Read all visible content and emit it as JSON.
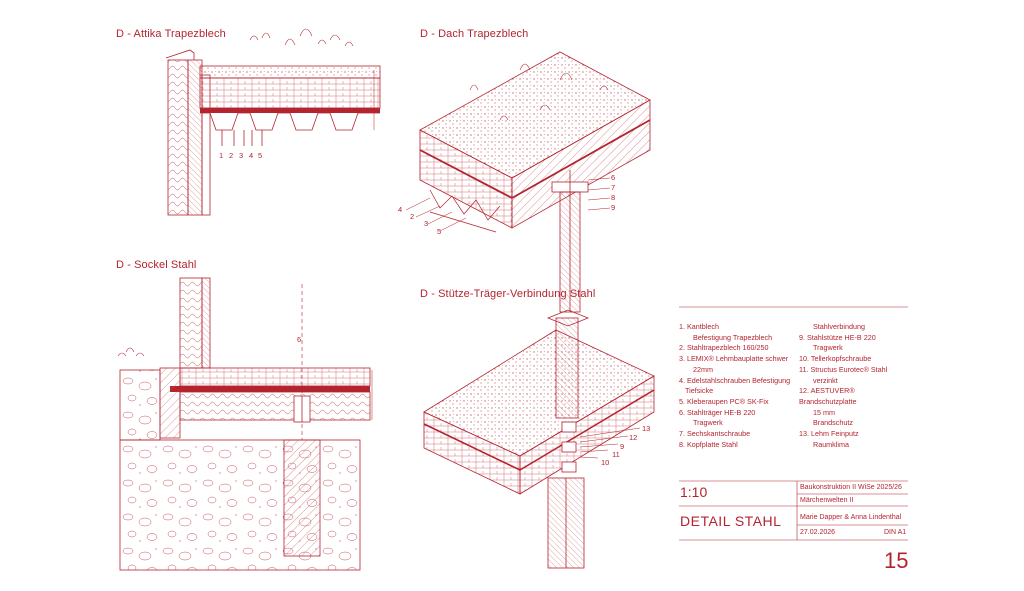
{
  "titles": {
    "attika": "D - Attika Trapezblech",
    "dach": "D - Dach Trapezblech",
    "sockel": "D - Sockel Stahl",
    "stuetze": "D - Stütze-Träger-Verbindung Stahl"
  },
  "callouts": {
    "attika": [
      "1",
      "2",
      "3",
      "4",
      "5"
    ],
    "dach_right": [
      "6",
      "7",
      "8",
      "9"
    ],
    "dach_left": [
      "4",
      "2",
      "3",
      "5"
    ],
    "sockel": [
      "6"
    ],
    "stuetze": [
      "13",
      "12",
      "9",
      "11",
      "10"
    ]
  },
  "legend": {
    "col1": [
      {
        "main": "1. Kantblech",
        "sub": "Befestigung Trapezblech"
      },
      {
        "main": "2. Stahltrapezblech 160/250",
        "sub": ""
      },
      {
        "main": "3. LEMIX®  Lehmbauplatte schwer",
        "sub": "22mm"
      },
      {
        "main": "4. Edelstahlschrauben Befestigung",
        "sub": "Tiefsicke"
      },
      {
        "main": "5. Kleberaupen PC® SK-Fix",
        "sub": ""
      },
      {
        "main": "6. Stahlträger HE-B 220",
        "sub": "Tragwerk"
      },
      {
        "main": "7. Sechskantschraube",
        "sub": ""
      },
      {
        "main": "8. Kopfplatte Stahl",
        "sub": ""
      }
    ],
    "col2": [
      {
        "main": "",
        "sub": "Stahlverbindung"
      },
      {
        "main": "9. Stahlstütze HE-B 220",
        "sub": "Tragwerk"
      },
      {
        "main": "10. Tellerkopfschraube",
        "sub": ""
      },
      {
        "main": "11. Structus Eurotec® Stahl",
        "sub": "verzinkt"
      },
      {
        "main": "12. AESTUVER® Brandschutzplatte",
        "sub": "15 mm"
      },
      {
        "main": "",
        "sub": "Brandschutz"
      },
      {
        "main": "13. Lehm Feinputz",
        "sub": "Raumklima"
      }
    ]
  },
  "titleblock": {
    "scale": "1:10",
    "sheet_title": "DETAIL STAHL",
    "course": "Baukonstruktion II WiSe 2025/26",
    "project": "Märchenwelten II",
    "authors": "Marie Dapper & Anna Lindenthal",
    "date": "27.02.2026",
    "format": "DIN A1",
    "page": "15"
  },
  "colors": {
    "ink": "#b3242f",
    "light": "#d98a90"
  }
}
